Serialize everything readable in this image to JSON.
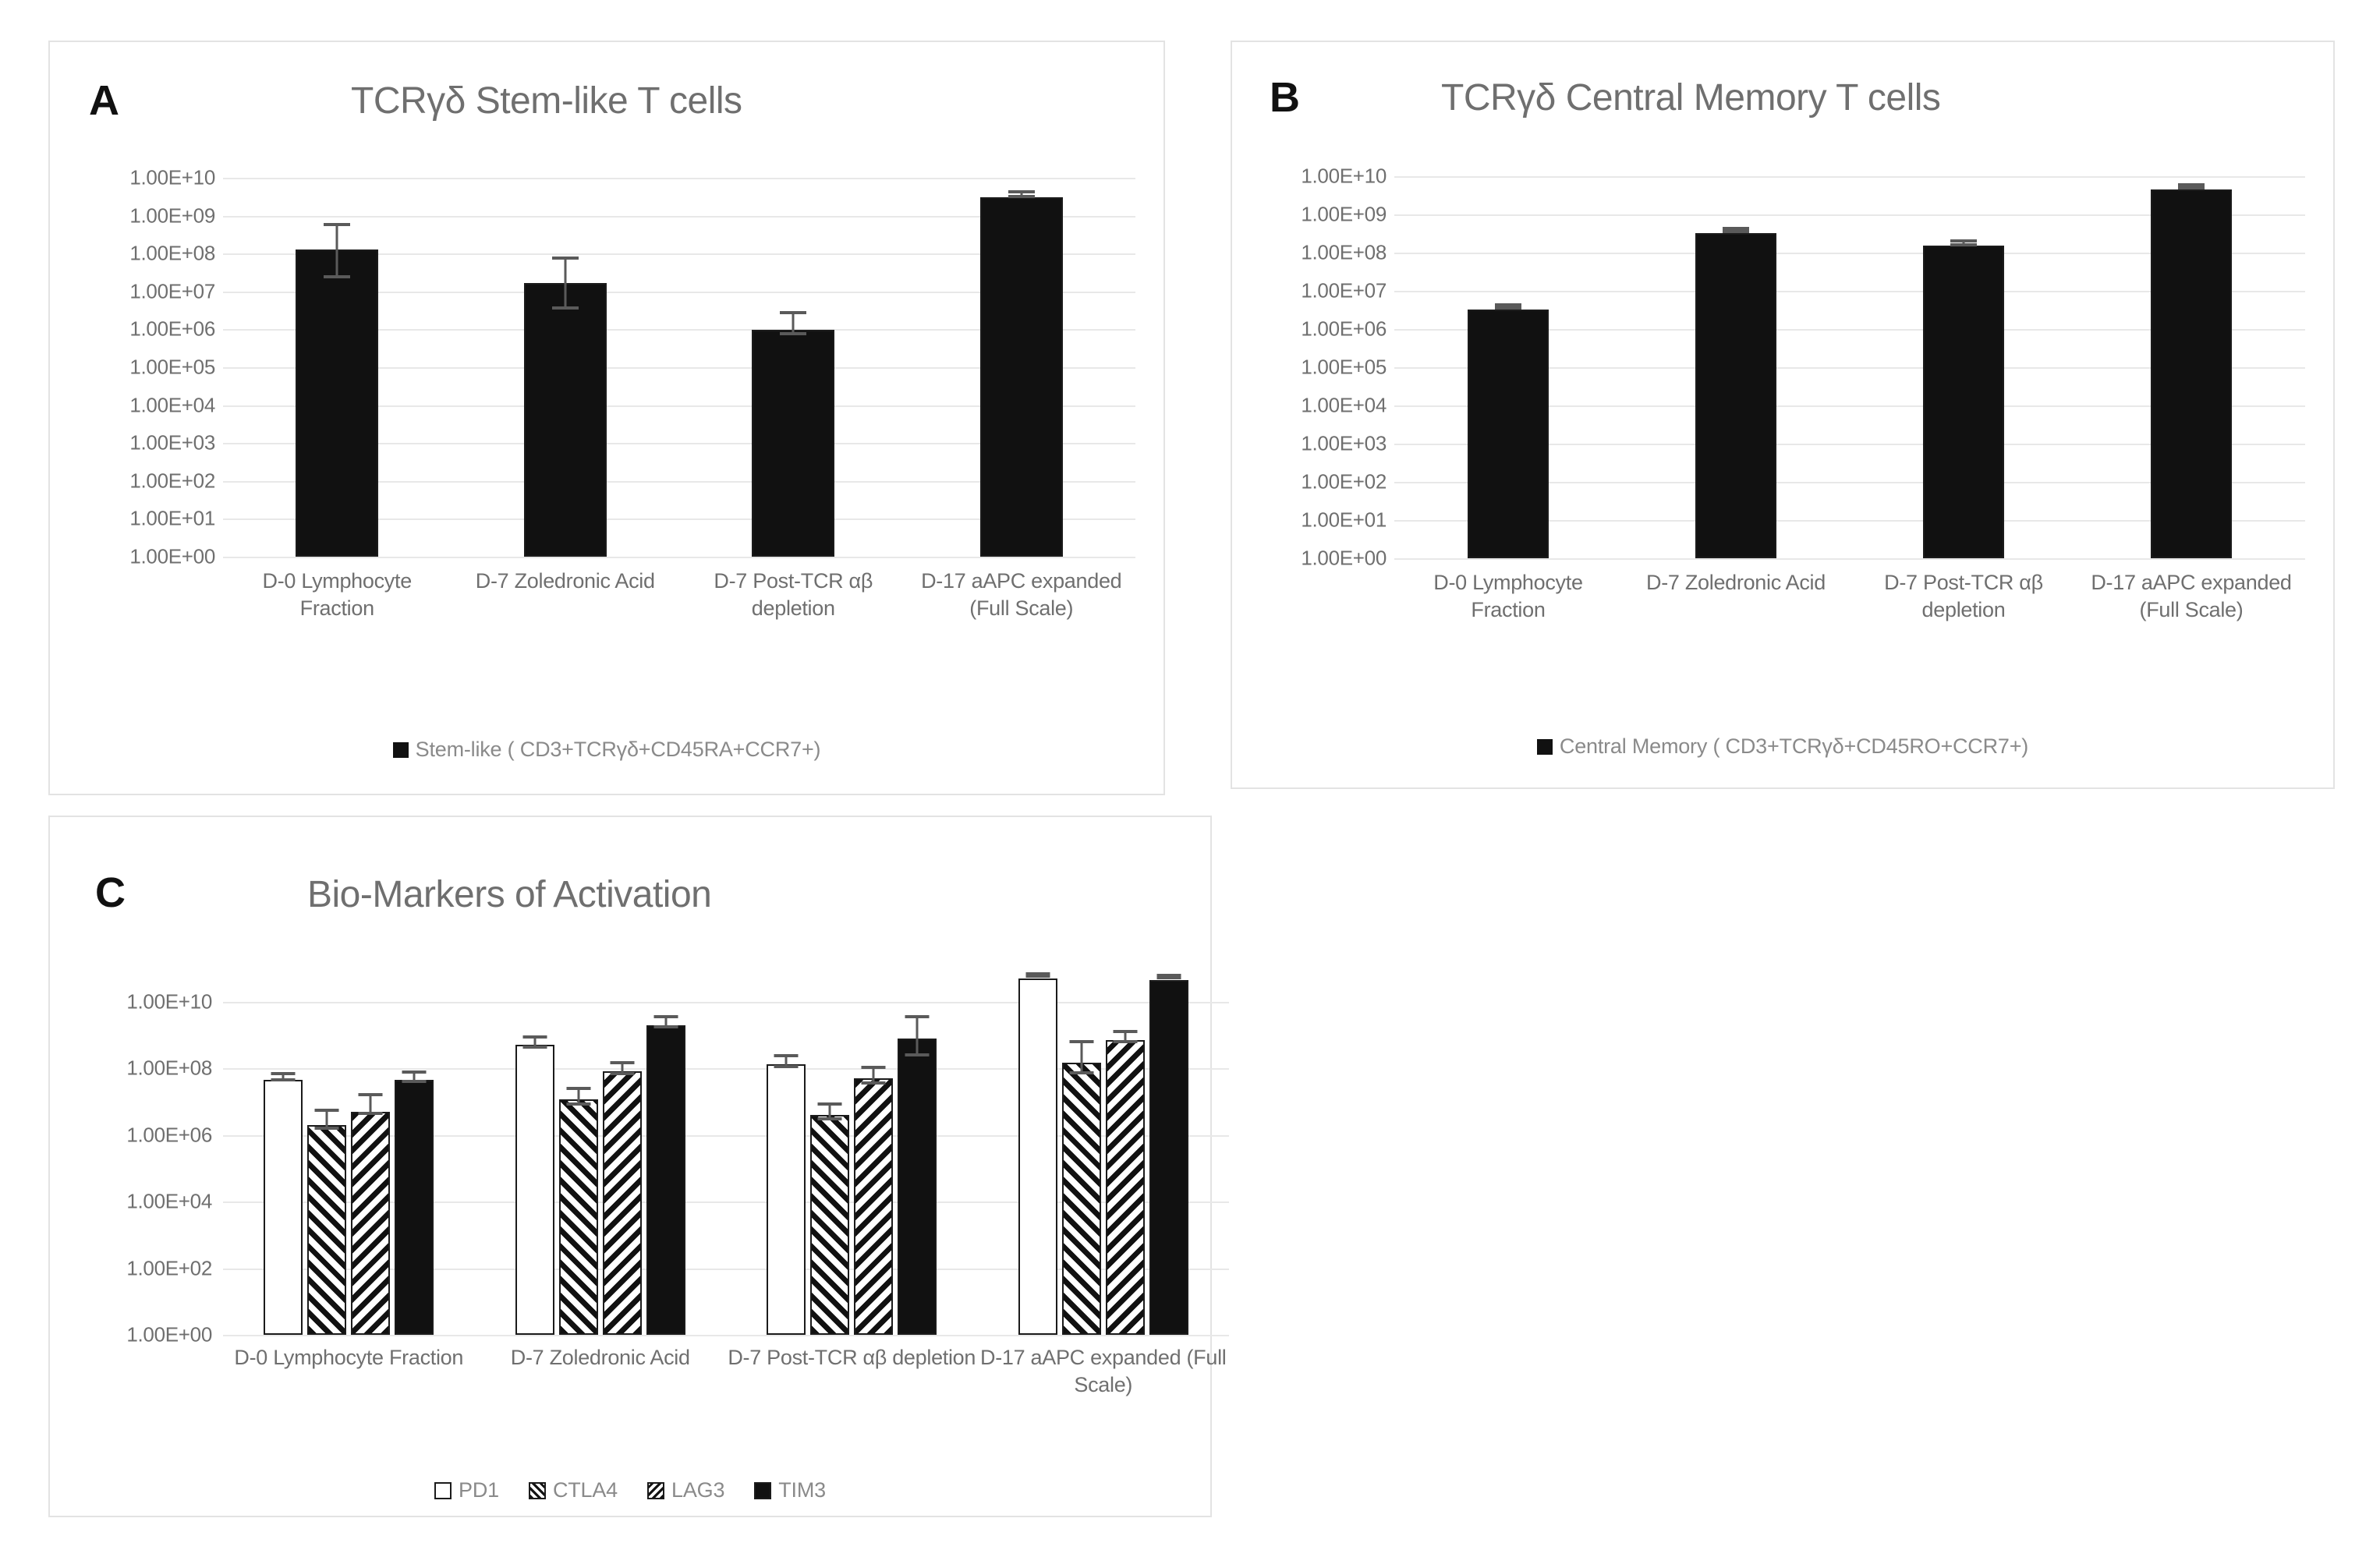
{
  "figure": {
    "panels": [
      {
        "letter": "A",
        "title": "TCRγδ Stem-like T cells",
        "legend": [
          {
            "label": "Stem-like ( CD3+TCRγδ+CD45RA+CCR7+)",
            "pattern": "solid"
          }
        ]
      },
      {
        "letter": "B",
        "title": "TCRγδ Central Memory T cells",
        "legend": [
          {
            "label": "Central Memory ( CD3+TCRγδ+CD45RO+CCR7+)",
            "pattern": "solid"
          }
        ]
      },
      {
        "letter": "C",
        "title": "Bio-Markers of Activation",
        "legend": [
          {
            "label": "PD1",
            "pattern": "open"
          },
          {
            "label": "CTLA4",
            "pattern": "hatchA"
          },
          {
            "label": "LAG3",
            "pattern": "hatchB"
          },
          {
            "label": "TIM3",
            "pattern": "solid"
          }
        ]
      }
    ]
  },
  "chart_data": [
    {
      "panel": "A",
      "type": "bar",
      "title": "TCRγδ Stem-like T cells",
      "xlabel": "",
      "ylabel": "",
      "yscale": "log",
      "ylim": [
        1,
        10000000000
      ],
      "yticks": [
        1,
        10,
        100,
        1000,
        10000,
        100000,
        1000000,
        10000000,
        100000000,
        1000000000,
        10000000000
      ],
      "ytick_labels": [
        "1.00E+00",
        "1.00E+01",
        "1.00E+02",
        "1.00E+03",
        "1.00E+04",
        "1.00E+05",
        "1.00E+06",
        "1.00E+07",
        "1.00E+08",
        "1.00E+09",
        "1.00E+10"
      ],
      "grid": true,
      "legend_position": "bottom",
      "categories": [
        "D-0 Lymphocyte Fraction",
        "D-7 Zoledronic  Acid",
        "D-7 Post-TCR αβ depletion",
        "D-17 aAPC expanded (Full Scale)"
      ],
      "series": [
        {
          "name": "Stem-like ( CD3+TCRγδ+CD45RA+CCR7+)",
          "pattern": "solid",
          "values": [
            130000000,
            17000000,
            950000,
            3000000000
          ],
          "err_low": [
            110000000,
            14000000,
            300000,
            400000000
          ],
          "err_high": [
            350000000,
            45000000,
            1300000,
            600000000
          ]
        }
      ]
    },
    {
      "panel": "B",
      "type": "bar",
      "title": "TCRγδ Central Memory T cells",
      "xlabel": "",
      "ylabel": "",
      "yscale": "log",
      "ylim": [
        1,
        10000000000
      ],
      "yticks": [
        1,
        10,
        100,
        1000,
        10000,
        100000,
        1000000,
        10000000,
        100000000,
        1000000000,
        10000000000
      ],
      "ytick_labels": [
        "1.00E+00",
        "1.00E+01",
        "1.00E+02",
        "1.00E+03",
        "1.00E+04",
        "1.00E+05",
        "1.00E+06",
        "1.00E+07",
        "1.00E+08",
        "1.00E+09",
        "1.00E+10"
      ],
      "grid": true,
      "legend_position": "bottom",
      "categories": [
        "D-0 Lymphocyte Fraction",
        "D-7 Zoledronic  Acid",
        "D-7 Post-TCR αβ depletion",
        "D-17 aAPC expanded (Full Scale)"
      ],
      "series": [
        {
          "name": "Central Memory ( CD3+TCRγδ+CD45RO+CCR7+)",
          "pattern": "solid",
          "values": [
            3200000,
            320000000,
            150000000,
            4500000000
          ],
          "err_low": [
            300000,
            30000000,
            15000000,
            400000000
          ],
          "err_high": [
            400000,
            40000000,
            18000000,
            500000000
          ]
        }
      ]
    },
    {
      "panel": "C",
      "type": "bar",
      "title": "Bio-Markers of Activation",
      "xlabel": "",
      "ylabel": "",
      "yscale": "log",
      "ylim": [
        1,
        100000000000
      ],
      "yticks": [
        1,
        100,
        10000,
        1000000,
        100000000,
        10000000000
      ],
      "ytick_labels": [
        "1.00E+00",
        "1.00E+02",
        "1.00E+04",
        "1.00E+06",
        "1.00E+08",
        "1.00E+10"
      ],
      "grid": true,
      "legend_position": "bottom",
      "categories": [
        "D-0 Lymphocyte Fraction",
        "D-7 Zoledronic  Acid",
        "D-7 Post-TCR αβ depletion",
        "D-17 aAPC expanded (Full Scale)"
      ],
      "series": [
        {
          "name": "PD1",
          "pattern": "open",
          "values": [
            45000000,
            500000000,
            130000000,
            50000000000
          ],
          "err_low": [
            8000000,
            150000000,
            40000000,
            4000000000
          ],
          "err_high": [
            10000000,
            200000000,
            60000000,
            5000000000
          ]
        },
        {
          "name": "CTLA4",
          "pattern": "hatchA",
          "values": [
            2000000,
            12000000,
            4000000,
            150000000
          ],
          "err_low": [
            700000,
            5000000,
            1500000,
            90000000
          ],
          "err_high": [
            2500000,
            8000000,
            3000000,
            350000000
          ]
        },
        {
          "name": "LAG3",
          "pattern": "hatchB",
          "values": [
            5000000,
            80000000,
            50000000,
            700000000
          ],
          "err_low": [
            1500000,
            25000000,
            20000000,
            200000000
          ],
          "err_high": [
            8000000,
            40000000,
            35000000,
            300000000
          ]
        },
        {
          "name": "TIM3",
          "pattern": "solid",
          "values": [
            45000000,
            2000000000,
            800000000,
            45000000000
          ],
          "err_low": [
            12000000,
            600000000,
            600000000,
            3000000000
          ],
          "err_high": [
            18000000,
            900000000,
            2000000000,
            4000000000
          ]
        }
      ]
    }
  ]
}
